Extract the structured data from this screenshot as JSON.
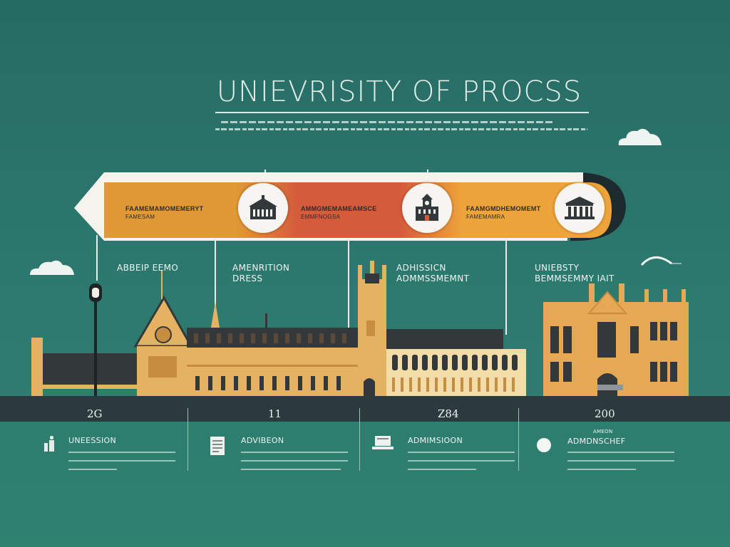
{
  "header": {
    "title": "UNIEVRISITY OF PROCSS"
  },
  "arrow": {
    "segments": [
      {
        "caption": "FAAMEMAMOMEMERYT",
        "sub": "FAMESAM",
        "color": "#e09a35",
        "icon": "building-icon"
      },
      {
        "caption": "AMMGMEMAMEAMSCE",
        "sub": "EMMFNOGSA",
        "color": "#d45b3c",
        "icon": "clock-tower-icon"
      },
      {
        "caption": "FAAMGMDHEMOMEMT",
        "sub": "FAMEMAMRA",
        "color": "#eda43a",
        "icon": "columns-icon"
      }
    ]
  },
  "stages": [
    {
      "label": "ABBEIP EEMO"
    },
    {
      "label": "AMENRITION\nDRESS"
    },
    {
      "label": "ADHISSICN\nADMMSSMEMNT"
    },
    {
      "label": "UNIEBSTY\nBEMMSEMMY IAIT"
    }
  ],
  "steps": [
    {
      "number": "2G",
      "title": "UNEESSION",
      "top": "",
      "icon": "person-icon"
    },
    {
      "number": "11",
      "title": "ADVIBEON",
      "top": "",
      "icon": "document-icon"
    },
    {
      "number": "Z84",
      "title": "ADMIMSIOON",
      "top": "",
      "icon": "laptop-icon"
    },
    {
      "number": "200",
      "title": "ADMDNSCHEF",
      "top": "AMEON",
      "icon": "circle-icon"
    }
  ],
  "colors": {
    "background": "#2a7468",
    "accent_orange": "#e09a35",
    "accent_red": "#d45b3c",
    "building": "#e5b264",
    "band": "#2b3a3d"
  }
}
